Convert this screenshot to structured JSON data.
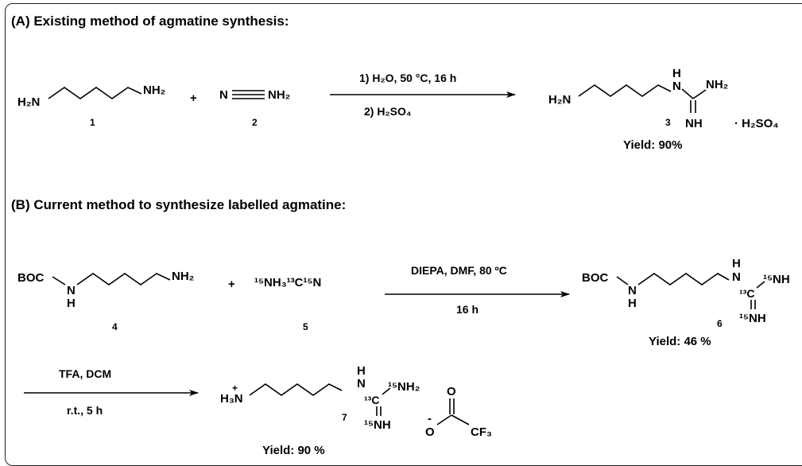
{
  "colors": {
    "ink": "#000000",
    "border": "#222222",
    "background": "#ffffff"
  },
  "panel_a": {
    "caption": "(A) Existing method of agmatine synthesis:",
    "cpd1_left": "H₂N",
    "cpd1_right": "NH₂",
    "cpd1_num": "1",
    "plus": "+",
    "cpd2_n": "N",
    "cpd2_nh2": "NH₂",
    "cpd2_num": "2",
    "cond1": "1) H₂O, 50 °C, 16 h",
    "cond2": "2) H₂SO₄",
    "cpd3_h2n": "H₂N",
    "cpd3_h": "H",
    "cpd3_n": "N",
    "cpd3_nh2": "NH₂",
    "cpd3_nh": "NH",
    "cpd3_salt": "· H₂SO₄",
    "cpd3_num": "3",
    "yield": "Yield: 90%"
  },
  "panel_b": {
    "caption": "(B) Current method to synthesize labelled agmatine:",
    "boc": "BOC",
    "cpd4_n": "N",
    "cpd4_h": "H",
    "cpd4_nh2": "NH₂",
    "cpd4_num": "4",
    "plus": "+",
    "cpd5_formula": "¹⁵NH₃¹³C¹⁵N",
    "cpd5_num": "5",
    "cond_top": "DIEPA, DMF, 80 ºC",
    "cond_bottom": "16 h",
    "cpd6_boc": "BOC",
    "cpd6_n": "N",
    "cpd6_h": "H",
    "cpd6_gh": "H",
    "cpd6_gn": "N",
    "cpd6_c": "¹³C",
    "cpd6_nh2": "¹⁵NH",
    "cpd6_nh": "¹⁵NH",
    "cpd6_num": "6",
    "yield6": "Yield: 46 %",
    "cond2_top": "TFA, DCM",
    "cond2_bottom": "r.t., 5 h",
    "cpd7_plus": "+",
    "cpd7_h3n": "H₃N",
    "cpd7_h": "H",
    "cpd7_n": "N",
    "cpd7_c": "¹³C",
    "cpd7_nh2": "¹⁵NH₂",
    "cpd7_nh": "¹⁵NH",
    "cpd7_num": "7",
    "tfa_o": "O",
    "tfa_ominus": "O",
    "tfa_minus": "-",
    "tfa_cf3": "CF₃",
    "yield7": "Yield: 90 %"
  }
}
